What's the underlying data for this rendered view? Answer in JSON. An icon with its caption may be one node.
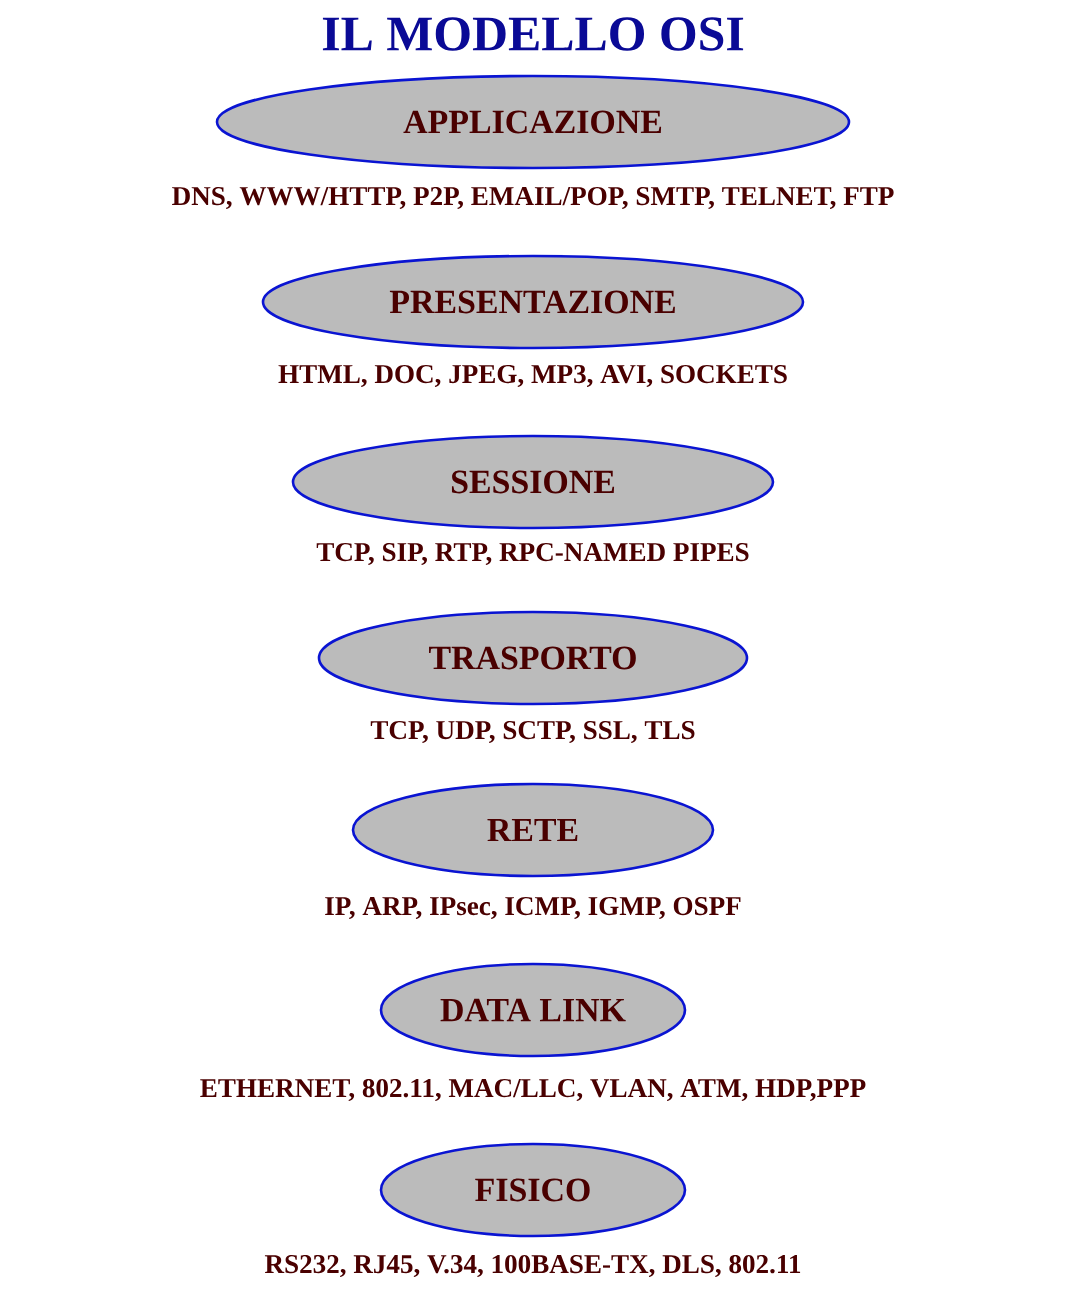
{
  "diagram": {
    "title": "IL MODELLO OSI",
    "nodes": [
      {
        "text": [
          "APPLICAZIONE"
        ],
        "beside": [
          "DNS, WWW/HTTP, P2P, EMAIL/POP, SMTP, TELNET, FTP"
        ]
      },
      {
        "text": [
          "PRESENTAZIONE"
        ],
        "beside": [
          "HTML, DOC, JPEG, MP3, AVI, SOCKETS"
        ]
      },
      {
        "text": [
          "SESSIONE"
        ],
        "beside": [
          "TCP, SIP, RTP, RPC-NAMED PIPES"
        ]
      },
      {
        "text": [
          "TRASPORTO"
        ],
        "beside": [
          "TCP, UDP, SCTP, SSL, TLS"
        ]
      },
      {
        "text": [
          "RETE"
        ],
        "beside": [
          "IP, ARP, IPsec, ICMP, IGMP, OSPF"
        ]
      },
      {
        "text": [
          "DATA LINK"
        ],
        "beside": [
          "ETHERNET, 802.11, MAC/LLC, VLAN, ATM, HDP,PPP"
        ]
      },
      {
        "text": [
          "FISICO"
        ],
        "beside": [
          "RS232, RJ45, V.34, 100BASE-TX, DLS, 802.11"
        ]
      }
    ]
  }
}
